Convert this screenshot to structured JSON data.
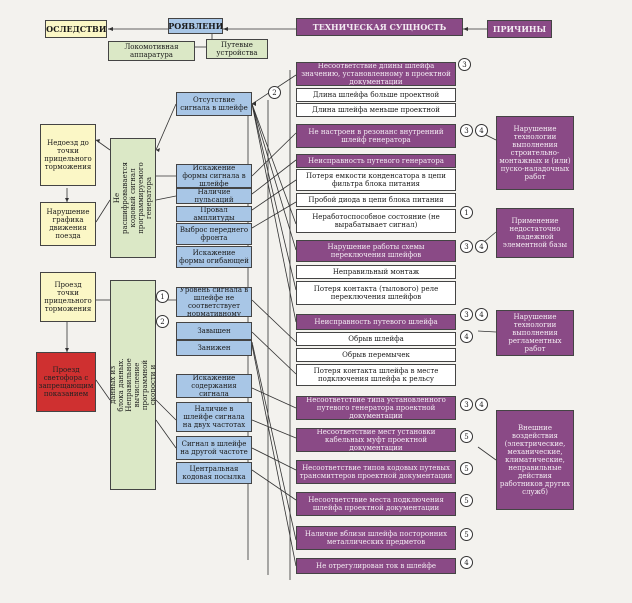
{
  "header": {
    "consequences": "ПОСЛЕДСТВИЯ",
    "manifestations": "ПРОЯВЛЕНИЯ",
    "technical_essence": "ТЕХНИЧЕСКАЯ СУЩНОСТЬ",
    "causes": "ПРИЧИНЫ",
    "loco_apparatus": "Локомотивная аппаратура",
    "track_devices": "Путевые устройства"
  },
  "consequences": {
    "c1": "Недоезд до точки прицельного торможения",
    "c2": "Нарушение графика движения поезда",
    "c3": "Проезд точки прицельного торможения",
    "c4": "Проезд светофора с запрещающим показанием"
  },
  "manifestations": {
    "vertical_top": "Не расшифровывается кодовый сигнал программируемого генератора",
    "vertical_bottom": "Неправильная расшифровка данных из блока данных. Неправильное вычисление программной скорости и длины участка",
    "m1": "Отсутствие сигнала в шлейфе",
    "m2": "Искажение формы сигнала в шлейфе",
    "m3": "Наличие пульсаций",
    "m4": "Провал амплитуды",
    "m5": "Выброс переднего фронта",
    "m6": "Искажение формы огибающей",
    "m7": "Уровень сигнала в шлейфе не соответствует нормативному",
    "m8": "Завышен",
    "m9": "Занижен",
    "m10": "Искажение содержания сигнала",
    "m11": "Наличие в шлейфе сигнала на двух частотах",
    "m12": "Сигнал в шлейфе на другой частоте",
    "m13": "Центральная кодовая посылка"
  },
  "essence": {
    "e1": "Несоответствие длины шлейфа значению, установленному в проектной документации",
    "e2": "Длина шлейфа больше проектной",
    "e3": "Длина шлейфа меньше проектной",
    "e4": "Не настроен в резонанс внутренний шлейф генератора",
    "e5": "Неисправность путевого генератора",
    "e6": "Потеря емкости конденсатора в цепи фильтра блока питания",
    "e7": "Пробой диода в цепи блока питания",
    "e8": "Неработоспособное состояние (не вырабатывает сигнал)",
    "e9": "Нарушение работы схемы переключения шлейфов",
    "e10": "Неправильный монтаж",
    "e11": "Потеря контакта (тылового) реле переключения шлейфов",
    "e12": "Неисправность путевого шлейфа",
    "e13": "Обрыв шлейфа",
    "e14": "Обрыв перемычек",
    "e15": "Потеря контакта шлейфа в месте подключения шлейфа к рельсу",
    "e16": "Несоответствие типа установленного путевого генератора проектной документации",
    "e17": "Несоответствие мест установки кабельных муфт проектной документации",
    "e18": "Несоответствие типов кодовых путевых трансмиттеров проектной документации",
    "e19": "Несоответствие места подключения шлейфа проектной документации",
    "e20": "Наличие вблизи шлейфа посторонних металлических предметов",
    "e21": "Не отрегулирован ток в шлейфе"
  },
  "causes": {
    "k1": "Нарушение технологии выполнения строительно-монтажных и (или) пуско-наладочных работ",
    "k2": "Применение недостаточно надежной элементной базы",
    "k3": "Нарушение технологии выполнения регламентных работ",
    "k4": "Внешние воздействия (электрические, механические, климатические, неправильные действия работников других служб)"
  },
  "badges": {
    "b_top": "3",
    "b_m1": "2",
    "b_e4a": "3",
    "b_e4b": "4",
    "b_e8": "1",
    "b_e9a": "3",
    "b_e9b": "4",
    "b_m7": "1",
    "b_e12a": "3",
    "b_e12b": "4",
    "b_e13": "4",
    "b_m8": "2",
    "b_e16a": "3",
    "b_e16b": "4",
    "b_e17": "5",
    "b_e18": "5",
    "b_e19": "5",
    "b_e20": "5",
    "b_e21": "4"
  }
}
